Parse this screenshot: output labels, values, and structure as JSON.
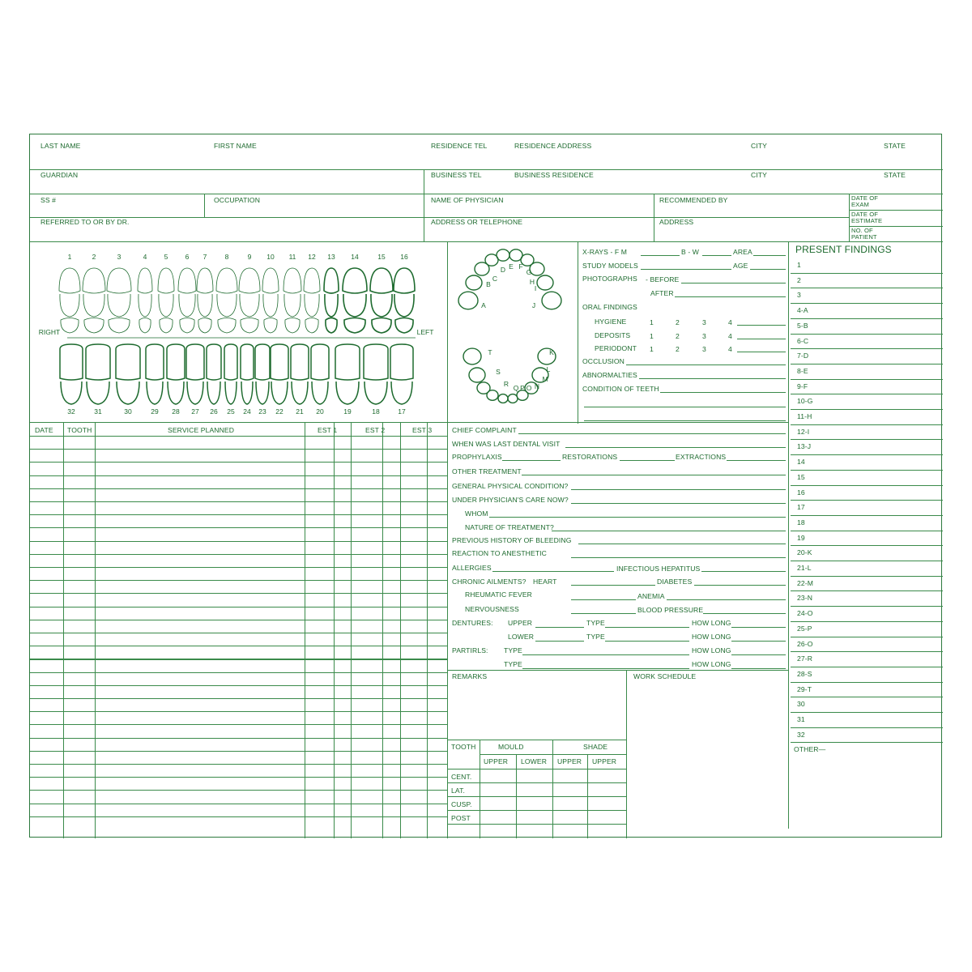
{
  "header": {
    "last_name": "LAST NAME",
    "first_name": "FIRST NAME",
    "residence_tel": "RESIDENCE TEL",
    "residence_address": "RESIDENCE ADDRESS",
    "city1": "CITY",
    "state1": "STATE",
    "guardian": "GUARDIAN",
    "business_tel": "BUSINESS TEL",
    "business_residence": "BUSINESS RESIDENCE",
    "city2": "CITY",
    "state2": "STATE",
    "ss": "SS #",
    "occupation": "OCCUPATION",
    "name_of_physician": "NAME OF PHYSICIAN",
    "recommended_by": "RECOMMENDED BY",
    "date_of_exam_1": "DATE OF",
    "date_of_exam_2": "EXAM",
    "date_of_estimate_1": "DATE OF",
    "date_of_estimate_2": "ESTIMATE",
    "no_of_patient_1": "NO. OF",
    "no_of_patient_2": "PATIENT",
    "referred": "REFERRED TO OR BY DR.",
    "address_or_telephone": "ADDRESS OR TELEPHONE",
    "address": "ADDRESS"
  },
  "teeth_chart": {
    "upper_numbers": [
      "1",
      "2",
      "3",
      "4",
      "5",
      "6",
      "7",
      "8",
      "9",
      "10",
      "11",
      "12",
      "13",
      "14",
      "15",
      "16"
    ],
    "lower_numbers": [
      "32",
      "31",
      "30",
      "29",
      "28",
      "27",
      "26",
      "25",
      "24",
      "23",
      "22",
      "21",
      "20",
      "19",
      "18",
      "17"
    ],
    "right": "RIGHT",
    "left": "LEFT",
    "primary_upper_letters": [
      "A",
      "B",
      "C",
      "D",
      "E",
      "F",
      "G",
      "H",
      "I",
      "J"
    ],
    "primary_lower_letters": [
      "K",
      "L",
      "M",
      "N",
      "O",
      "P",
      "Q",
      "R",
      "S",
      "T"
    ]
  },
  "exam": {
    "xrays": "X-RAYS - F M",
    "bw": "B - W",
    "area": "AREA",
    "study_models": "STUDY MODELS",
    "age": "AGE",
    "photographs": "PHOTOGRAPHS",
    "before": "- BEFORE",
    "after": "AFTER",
    "oral_findings": "ORAL FINDINGS",
    "hygiene": "HYGIENE",
    "deposits": "DEPOSITS",
    "periodont": "PERIODONT",
    "scale": [
      "1",
      "2",
      "3",
      "4"
    ],
    "occlusion": "OCCLUSION",
    "abnormalties": "ABNORMALTIES",
    "condition_of_teeth": "CONDITION OF TEETH"
  },
  "present_findings": {
    "title": "PRESENT FINDINGS",
    "rows": [
      "1",
      "2",
      "3",
      "4-A",
      "5-B",
      "6-C",
      "7-D",
      "8-E",
      "9-F",
      "10-G",
      "11-H",
      "12-I",
      "13-J",
      "14",
      "15",
      "16",
      "17",
      "18",
      "19",
      "20-K",
      "21-L",
      "22-M",
      "23-N",
      "24-O",
      "25-P",
      "26-O",
      "27-R",
      "28-S",
      "29-T",
      "30",
      "31",
      "32"
    ],
    "other": "OTHER—"
  },
  "service_table": {
    "columns": [
      "DATE",
      "TOOTH",
      "SERVICE PLANNED",
      "EST 1",
      "EST 2",
      "EST 3"
    ]
  },
  "history": {
    "chief_complaint": "CHIEF COMPLAINT",
    "last_visit": "WHEN WAS LAST DENTAL VISIT",
    "prophylaxis": "PROPHYLAXIS",
    "restorations": "RESTORATIONS",
    "extractions": "EXTRACTIONS",
    "other_treatment": "OTHER TREATMENT",
    "general_physical": "GENERAL PHYSICAL CONDITION?",
    "under_care": "UNDER PHYSICIAN'S CARE NOW?",
    "whom": "WHOM",
    "nature": "NATURE OF TREATMENT?",
    "bleeding": "PREVIOUS HISTORY OF BLEEDING",
    "anesthetic": "REACTION TO ANESTHETIC",
    "allergies": "ALLERGIES",
    "hepatitis": "INFECTIOUS HEPATITUS",
    "chronic": "CHRONIC AILMENTS?",
    "heart": "HEART",
    "diabetes": "DIABETES",
    "rheumatic": "RHEUMATIC FEVER",
    "anemia": "ANEMIA",
    "nervousness": "NERVOUSNESS",
    "blood_pressure": "BLOOD PRESSURE",
    "dentures": "DENTURES:",
    "upper": "UPPER",
    "lower": "LOWER",
    "type": "TYPE",
    "how_long": "HOW LONG",
    "partirls": "PARTIRLS:"
  },
  "remarks": {
    "remarks": "REMARKS",
    "work_schedule": "WORK SCHEDULE",
    "tooth": "TOOTH",
    "mould": "MOULD",
    "shade": "SHADE",
    "sub_cols": [
      "UPPER",
      "LOWER",
      "UPPER",
      "UPPER"
    ],
    "rows": [
      "CENT.",
      "LAT.",
      "CUSP.",
      "POST"
    ]
  },
  "colors": {
    "ink": "#1e6b2f",
    "line": "#3a8a4a"
  }
}
